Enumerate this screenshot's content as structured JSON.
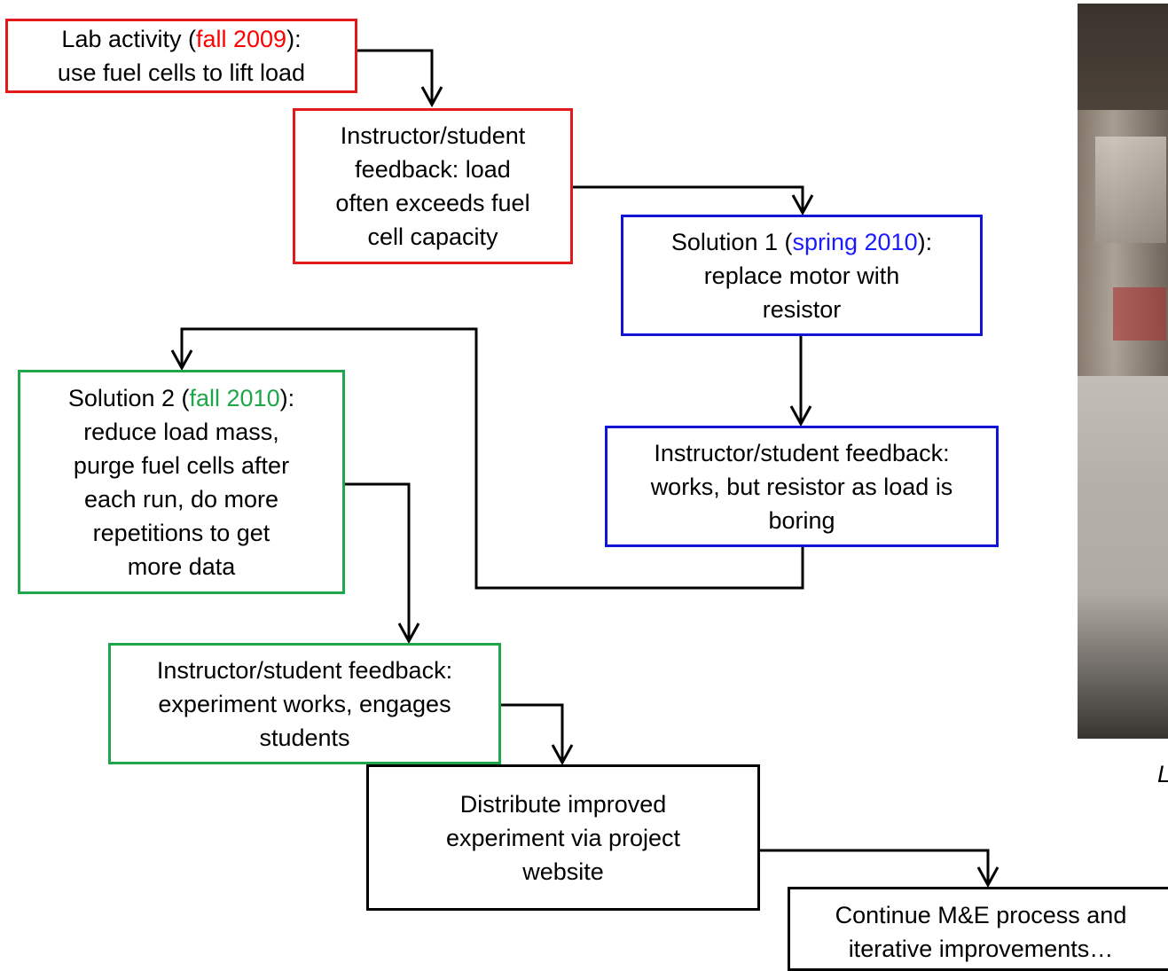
{
  "boxes": {
    "lab_activity": {
      "pre": "Lab activity (",
      "highlight": "fall 2009",
      "post": "):",
      "line2": "use fuel cells to lift load"
    },
    "feedback_1": {
      "lines": [
        "Instructor/student",
        "feedback: load",
        "often exceeds fuel",
        "cell capacity"
      ]
    },
    "solution_1": {
      "pre": "Solution 1 (",
      "highlight": "spring 2010",
      "post": "):",
      "line2": "replace motor with",
      "line3": "resistor"
    },
    "feedback_2": {
      "lines": [
        "Instructor/student feedback:",
        "works, but resistor as load is",
        "boring"
      ]
    },
    "solution_2": {
      "pre": "Solution 2 (",
      "highlight": "fall 2010",
      "post": "):",
      "lines": [
        "reduce load mass,",
        "purge fuel cells after",
        "each run, do more",
        "repetitions to get",
        "more data"
      ]
    },
    "feedback_3": {
      "lines": [
        "Instructor/student feedback:",
        "experiment works, engages",
        "students"
      ]
    },
    "distribute": {
      "lines": [
        "Distribute improved",
        "experiment via project",
        "website"
      ]
    },
    "continue": {
      "lines": [
        "Continue M&E process and",
        "iterative improvements…"
      ]
    }
  },
  "caption_fragment": "L",
  "colors": {
    "red": "#e31a1c",
    "blue": "#1414d9",
    "green": "#1fa64a",
    "black": "#000000"
  }
}
